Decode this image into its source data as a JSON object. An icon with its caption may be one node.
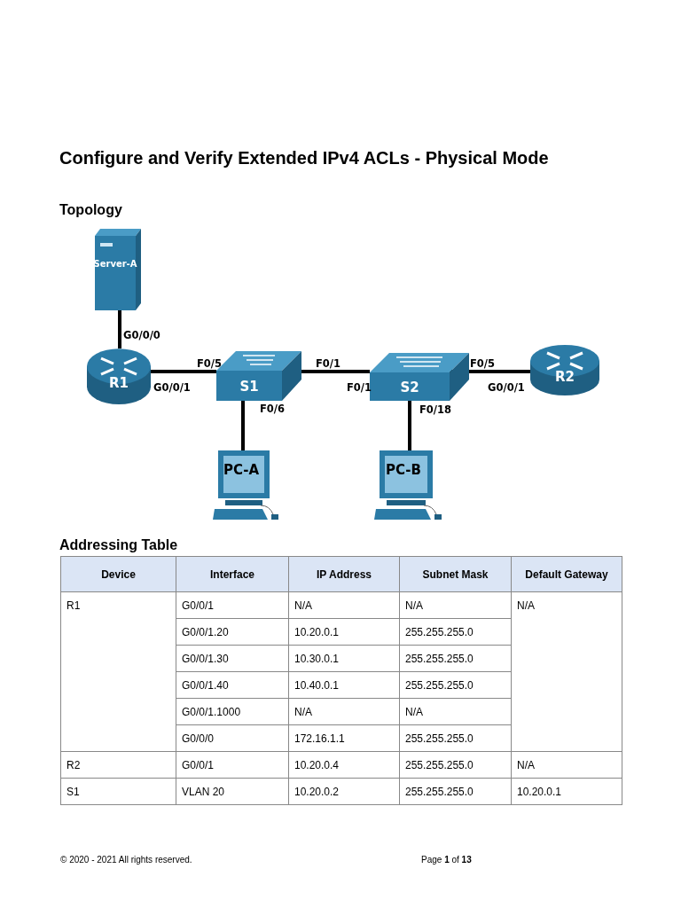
{
  "diagram": {
    "title": "Configure and Verify Extended IPv4 ACLs - Physical Mode",
    "nodes": [
      {
        "text": [
          "Server-A"
        ]
      },
      {
        "text": [
          "R1"
        ]
      },
      {
        "text": [
          "S1"
        ]
      },
      {
        "text": [
          "S2"
        ]
      },
      {
        "text": [
          "R2"
        ]
      },
      {
        "text": [
          "PC-A"
        ]
      },
      {
        "text": [
          "PC-B"
        ]
      }
    ],
    "edges": [
      {
        "from": 0,
        "to": 1,
        "arrow": "none"
      },
      {
        "from": 1,
        "to": 2,
        "arrow": "none"
      },
      {
        "from": 2,
        "to": 3,
        "arrow": "none"
      },
      {
        "from": 3,
        "to": 4,
        "arrow": "none"
      },
      {
        "from": 2,
        "to": 5,
        "arrow": "none"
      },
      {
        "from": 3,
        "to": 6,
        "arrow": "none"
      }
    ],
    "labels": [
      "Topology",
      "G0/0/0",
      "F0/5",
      "F0/1",
      "F0/5",
      "G0/0/1",
      "F0/1",
      "G0/0/1",
      "F0/6",
      "F0/18",
      "Addressing Table",
      "Device",
      "Interface",
      "IP Address",
      "Subnet Mask",
      "Default Gateway",
      "R1",
      "G0/0/1",
      "N/A",
      "N/A",
      "N/A",
      "G0/0/1.20",
      "10.20.0.1",
      "255.255.255.0",
      "G0/0/1.30",
      "10.30.0.1",
      "255.255.255.0",
      "G0/0/1.40",
      "10.40.0.1",
      "255.255.255.0",
      "G0/0/1.1000",
      "N/A",
      "N/A",
      "G0/0/0",
      "172.16.1.1",
      "255.255.255.0",
      "R2",
      "G0/0/1",
      "10.20.0.4",
      "255.255.255.0",
      "N/A",
      "S1",
      "VLAN 20",
      "10.20.0.2",
      "255.255.255.0",
      "10.20.0.1",
      "© 2020 - 2021 All rights reserved.",
      "Page **1** of **13**"
    ]
  }
}
